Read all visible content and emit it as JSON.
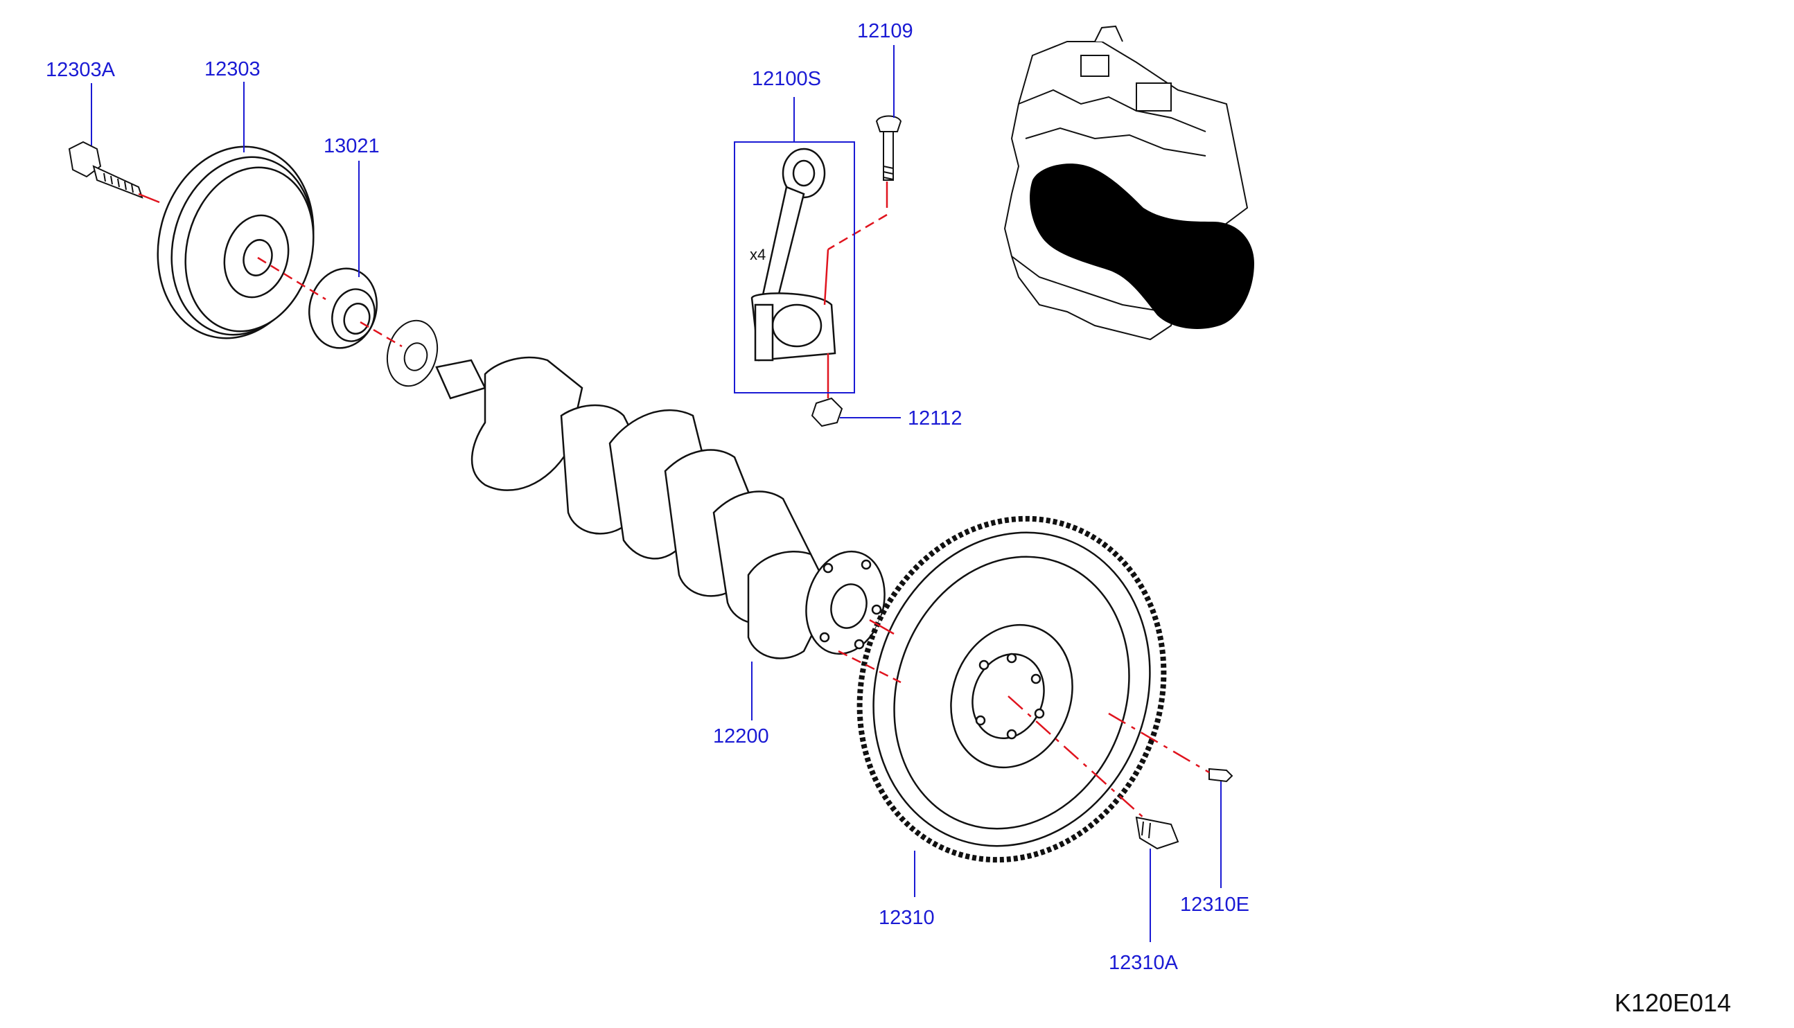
{
  "diagram": {
    "colors": {
      "callout_text": "#1a1ad4",
      "leader_line": "#1a1ad4",
      "axis_line": "#e0141e",
      "part_outline": "#111111",
      "silhouette": "#000000"
    },
    "callouts": [
      {
        "id": "12303A",
        "label": "12303A"
      },
      {
        "id": "12303",
        "label": "12303"
      },
      {
        "id": "13021",
        "label": "13021"
      },
      {
        "id": "12100S",
        "label": "12100S"
      },
      {
        "id": "12109",
        "label": "12109"
      },
      {
        "id": "12112",
        "label": "12112"
      },
      {
        "id": "12200",
        "label": "12200"
      },
      {
        "id": "12310",
        "label": "12310"
      },
      {
        "id": "12310A",
        "label": "12310A"
      },
      {
        "id": "12310E",
        "label": "12310E"
      }
    ],
    "quantity_note": "x4",
    "reference_code": "K120E014"
  }
}
